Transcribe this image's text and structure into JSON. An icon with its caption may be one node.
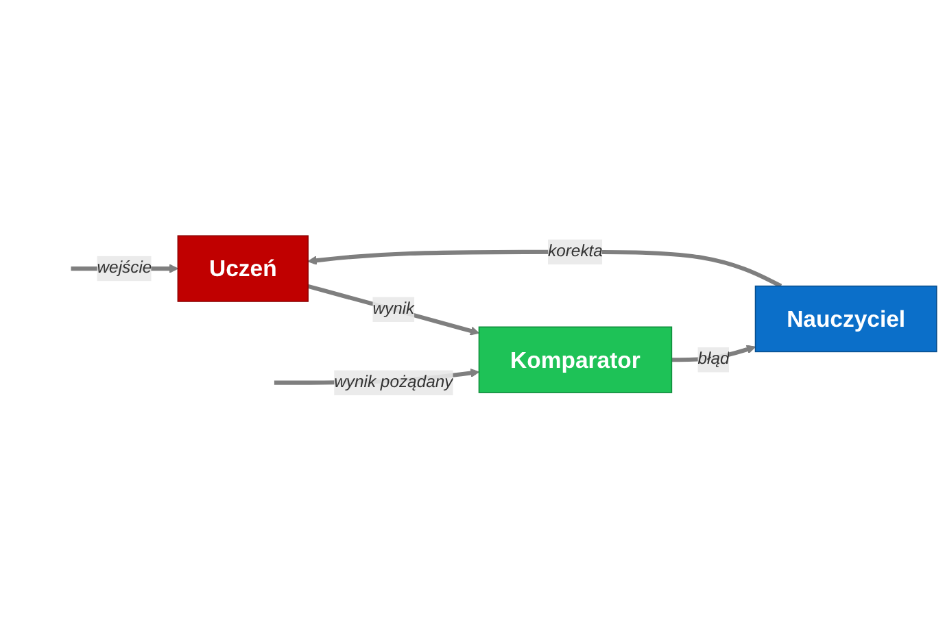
{
  "diagram": {
    "nodes": [
      {
        "text": [
          "Uczeń"
        ]
      },
      {
        "text": [
          "Komparator"
        ]
      },
      {
        "text": [
          "Nauczyciel"
        ]
      }
    ],
    "edges": [
      {
        "from": null,
        "to": 0,
        "arrow": "to",
        "label": "wejście"
      },
      {
        "from": 0,
        "to": 1,
        "arrow": "to",
        "label": "wynik"
      },
      {
        "from": null,
        "to": 1,
        "arrow": "to",
        "label": "wynik pożądany"
      },
      {
        "from": 1,
        "to": 2,
        "arrow": "to",
        "label": "błąd"
      },
      {
        "from": 2,
        "to": 0,
        "arrow": "to",
        "label": "korekta"
      }
    ]
  }
}
